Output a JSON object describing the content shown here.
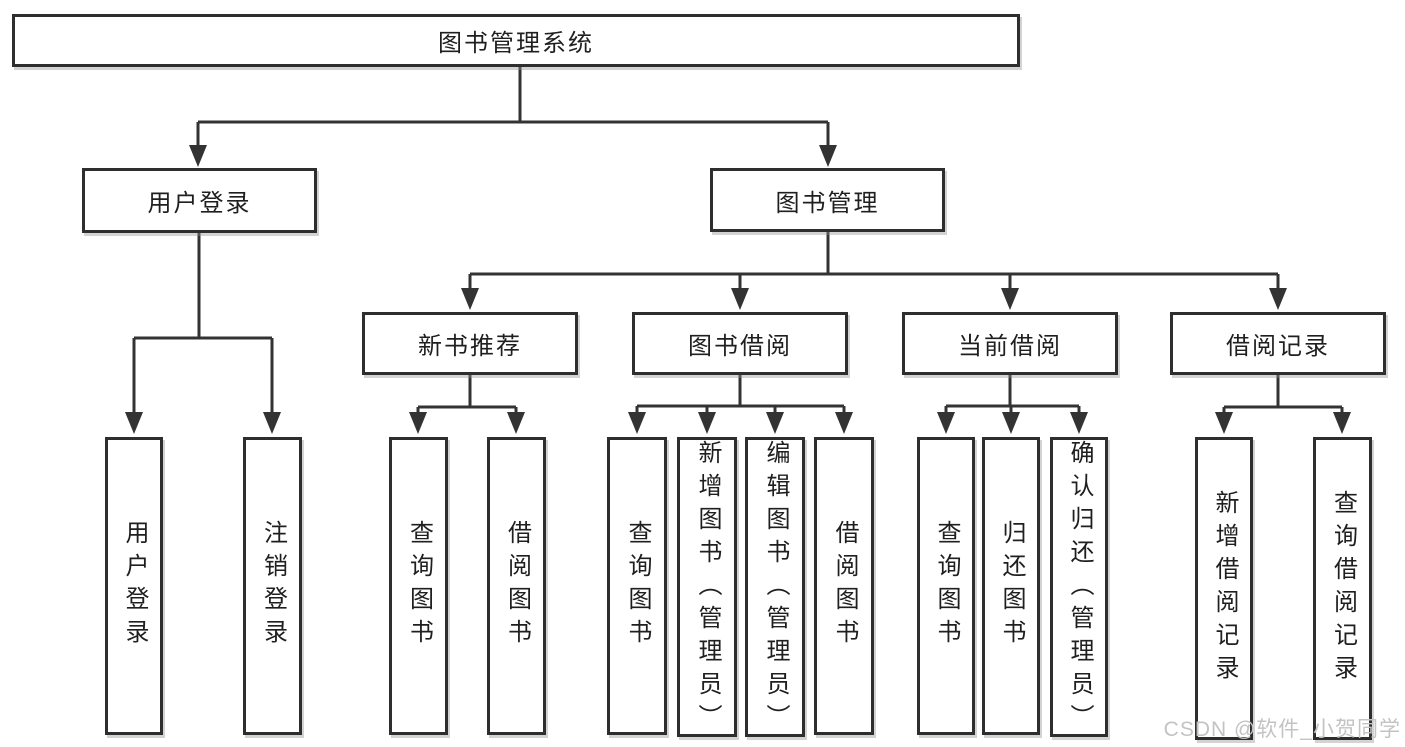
{
  "diagram_title": "图书管理系统",
  "tree": {
    "root": {
      "label": "图书管理系统",
      "children": [
        {
          "label": "用户登录",
          "children": [
            {
              "label": "用户登录"
            },
            {
              "label": "注销登录"
            }
          ]
        },
        {
          "label": "图书管理",
          "children": [
            {
              "label": "新书推荐",
              "children": [
                {
                  "label": "查询图书"
                },
                {
                  "label": "借阅图书"
                }
              ]
            },
            {
              "label": "图书借阅",
              "children": [
                {
                  "label": "查询图书"
                },
                {
                  "label": "新增图书（管理员）"
                },
                {
                  "label": "编辑图书（管理员）"
                },
                {
                  "label": "借阅图书"
                }
              ]
            },
            {
              "label": "当前借阅",
              "children": [
                {
                  "label": "查询图书"
                },
                {
                  "label": "归还图书"
                },
                {
                  "label": "确认归还（管理员）"
                }
              ]
            },
            {
              "label": "借阅记录",
              "children": [
                {
                  "label": "新增借阅记录"
                },
                {
                  "label": "查询借阅记录"
                }
              ]
            }
          ]
        }
      ]
    }
  },
  "watermark": "CSDN @软件_小贺同学",
  "colors": {
    "line": "#333333",
    "box_border": "#2e2e2e",
    "text": "#1f1f1f",
    "background": "#ffffff",
    "watermark": "#c3c3c3"
  }
}
